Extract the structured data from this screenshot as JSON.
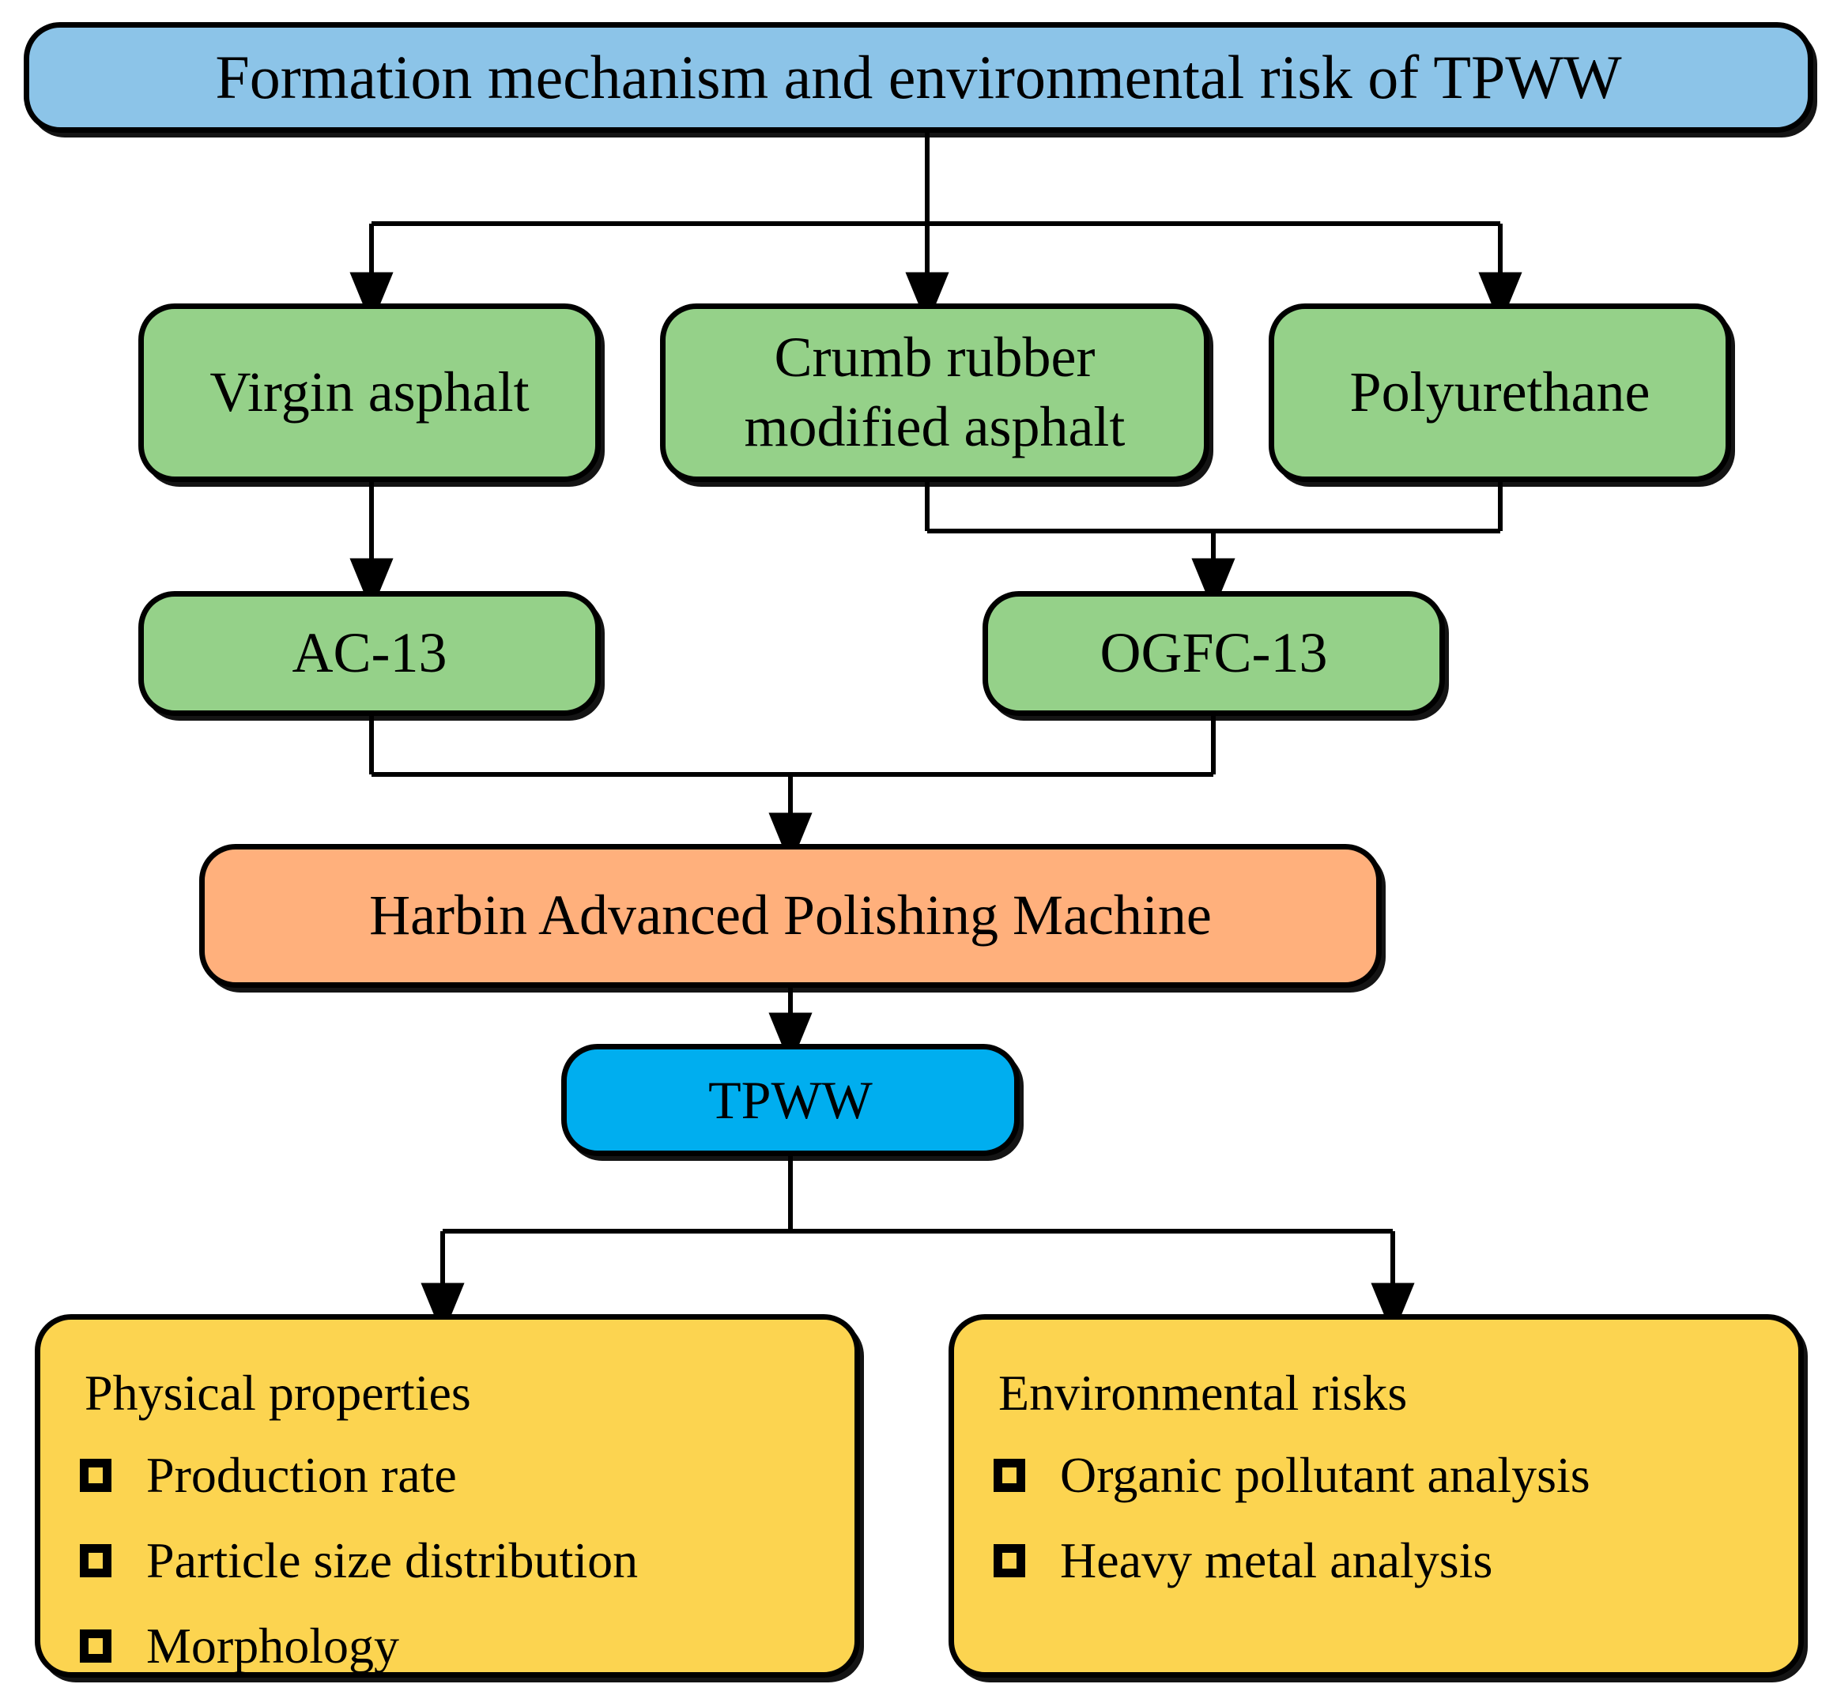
{
  "diagram": {
    "title_node": {
      "label": "Formation mechanism and environmental risk of TPWW",
      "color": "#8CC4E8"
    },
    "materials": [
      {
        "label": "Virgin asphalt",
        "color": "#95D189"
      },
      {
        "label": "Crumb rubber\nmodified asphalt",
        "line1": "Crumb rubber",
        "line2": "modified asphalt",
        "color": "#95D189"
      },
      {
        "label": "Polyurethane",
        "color": "#95D189"
      }
    ],
    "mixtures": [
      {
        "label": "AC-13",
        "color": "#95D189"
      },
      {
        "label": "OGFC-13",
        "color": "#95D189"
      }
    ],
    "machine_node": {
      "label": "Harbin Advanced Polishing Machine",
      "color": "#FFB07C"
    },
    "product_node": {
      "label": "TPWW",
      "color": "#00AEEF"
    },
    "outcomes": [
      {
        "heading": "Physical properties",
        "color": "#FCD450",
        "items": [
          {
            "label": "Production rate",
            "icon": "checkbox-icon"
          },
          {
            "label": "Particle size distribution",
            "icon": "checkbox-icon"
          },
          {
            "label": "Morphology",
            "icon": "checkbox-icon"
          }
        ]
      },
      {
        "heading": "Environmental risks",
        "color": "#FCD450",
        "items": [
          {
            "label": "Organic pollutant analysis",
            "icon": "checkbox-icon"
          },
          {
            "label": "Heavy metal analysis",
            "icon": "checkbox-icon"
          }
        ]
      }
    ],
    "connector_color": "#000000",
    "background_color": "#FFFFFF"
  }
}
